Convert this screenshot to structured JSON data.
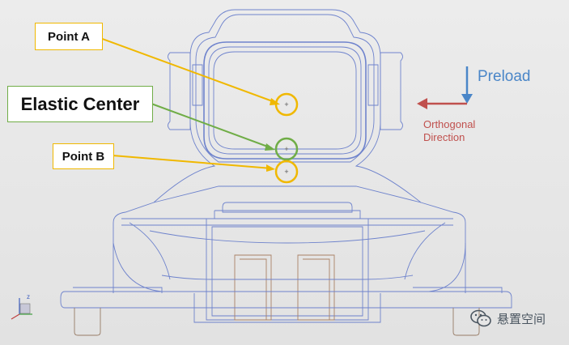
{
  "callouts": {
    "point_a": "Point A",
    "elastic_center": "Elastic Center",
    "point_b": "Point B"
  },
  "directions": {
    "preload": "Preload",
    "orthogonal_line1": "Orthogonal",
    "orthogonal_line2": "Direction"
  },
  "watermark": {
    "text": "悬置空间",
    "icon": "wechat-icon"
  },
  "axis_triad": {
    "label": "z",
    "icon": "axis-triad-icon"
  },
  "colors": {
    "point_a": "#f0b800",
    "elastic_center": "#70ad47",
    "point_b": "#f0b800",
    "preload": "#4a86c8",
    "orthogonal": "#c0504d",
    "wireframe": "#5a72c8"
  }
}
